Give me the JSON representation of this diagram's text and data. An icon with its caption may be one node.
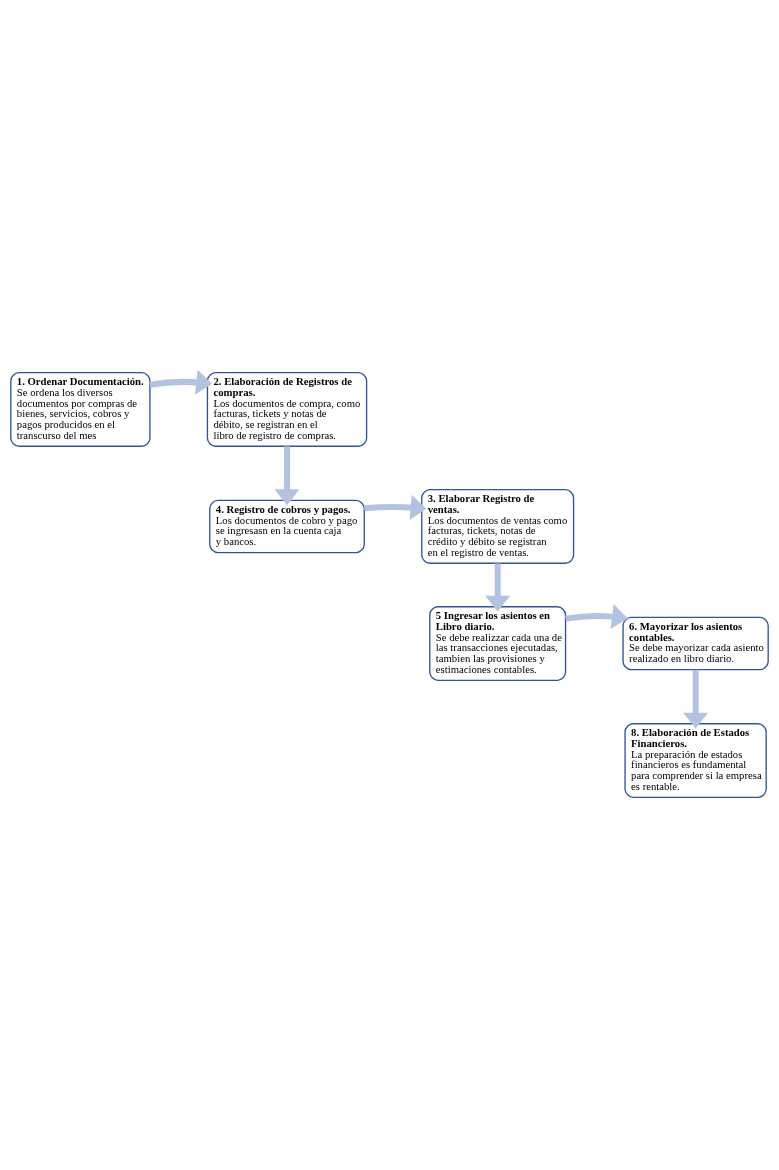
{
  "diagram": {
    "nodes": [
      {
        "text": [
          "1. Ordenar Documentación.",
          "Se ordena los diversos documentos por compras de bienes, servicios, cobros y pagos producidos en el transcurso del mes"
        ]
      },
      {
        "text": [
          "2. Elaboración de Registros de compras.",
          "Los documentos de compra, como facturas, tickets y notas de débito, se registran en el libro de registro de compras."
        ]
      },
      {
        "text": [
          "3. Elaborar Registro de ventas.",
          "Los documentos de ventas como facturas, tickets, notas de crédito y débito se registran en el registro de ventas."
        ]
      },
      {
        "text": [
          "4. Registro de cobros y pagos.",
          "Los documentos de cobro y pago se ingresasn en la cuenta caja y bancos."
        ]
      },
      {
        "text": [
          "5 Ingresar los asientos en Libro diario.",
          "Se debe realizzar cada una de las transacciones ejecutadas, tambien las provisiones y estimaciones contables."
        ]
      },
      {
        "text": [
          "6. Mayorizar los asientos contables.",
          "Se debe mayorizar cada asiento realizado en libro diario."
        ]
      },
      {
        "text": [
          "8. Elaboración de Estados Financieros.",
          "La preparación de estados financieros es fundamental para comprender si la empresa es rentable."
        ]
      }
    ],
    "edges": [
      {
        "from": 0,
        "to": 1,
        "arrow": "to"
      },
      {
        "from": 1,
        "to": 3,
        "arrow": "to"
      },
      {
        "from": 3,
        "to": 2,
        "arrow": "to"
      },
      {
        "from": 2,
        "to": 4,
        "arrow": "to"
      },
      {
        "from": 4,
        "to": 5,
        "arrow": "to"
      },
      {
        "from": 5,
        "to": 6,
        "arrow": "to"
      }
    ]
  }
}
